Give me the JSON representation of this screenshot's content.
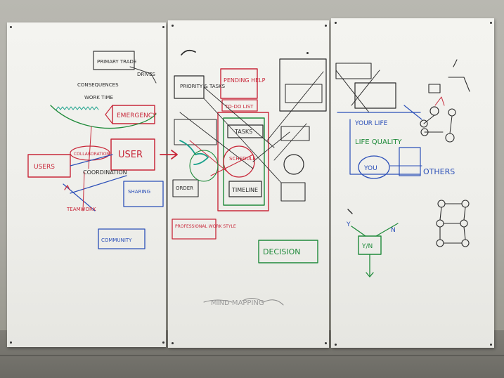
{
  "scene": "whiteboard-brainstorm",
  "colors": {
    "black": "#2b2b2b",
    "red": "#c8283a",
    "green": "#1f8a3a",
    "blue": "#2b4fb8",
    "teal": "#17a08a"
  },
  "left_panel": {
    "primary_trade": "PRIMARY TRADE",
    "consequences": "CONSEQUENCES",
    "drives": "DRIVES",
    "work_time": "WORK TIME",
    "emergency": "EMERGENCY",
    "users": "USERS",
    "user": "USER",
    "collaboration": "COLLABORATION",
    "coordination": "COORDINATION",
    "sharing": "SHARING",
    "teamwork": "TEAMWORK",
    "community": "COMMUNITY"
  },
  "center_panel": {
    "priority_tasks": "PRIORITY & TASKS",
    "pending_help": "PENDING HELP",
    "to_do_list": "TO-DO LIST",
    "tasks": "TASKS",
    "schedule": "SCHEDULE",
    "timeline": "TIMELINE",
    "professional_work_style": "PROFESSIONAL WORK STYLE",
    "decision": "DECISION",
    "order": "ORDER",
    "bottom_scrawl": "MIND MAPPING"
  },
  "right_panel": {
    "your_life": "YOUR LIFE",
    "life_quality": "LIFE QUALITY",
    "you": "YOU",
    "others": "OTHERS",
    "yn": "Y/N",
    "y": "Y",
    "n": "N"
  }
}
